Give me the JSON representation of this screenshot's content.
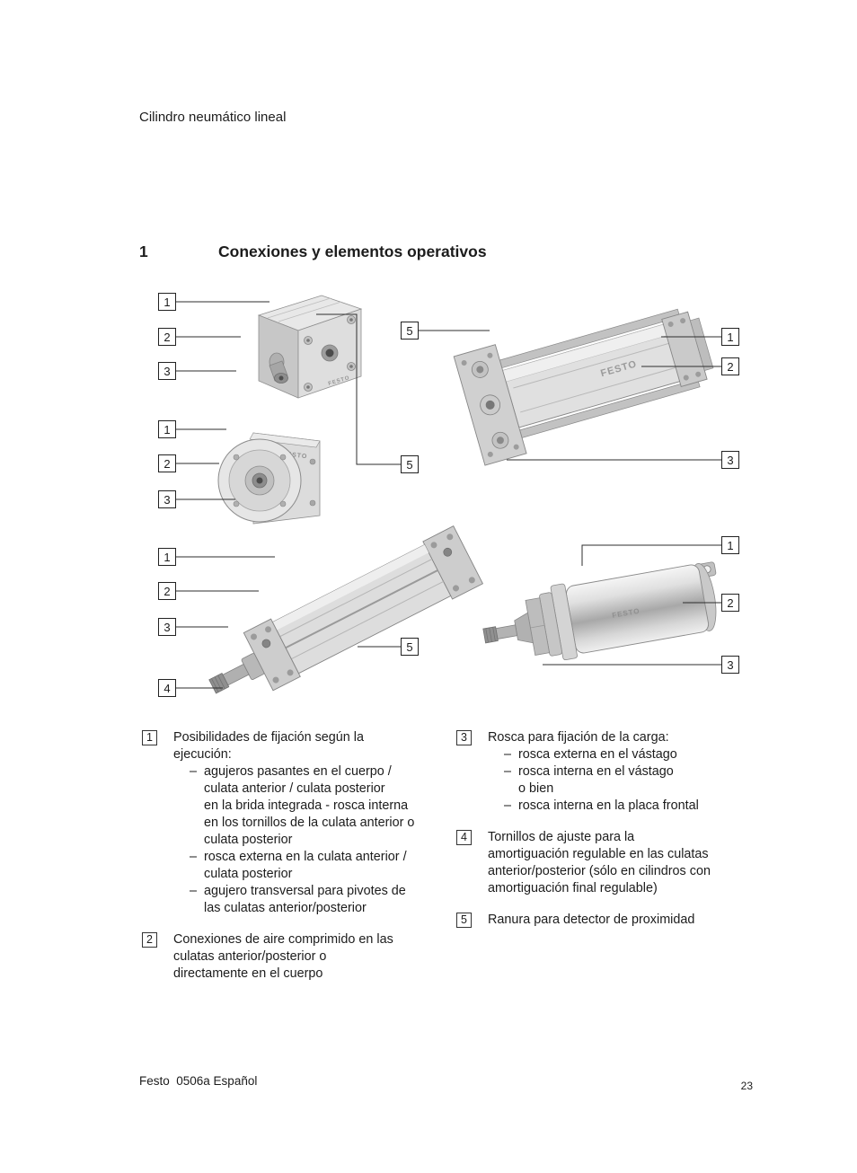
{
  "page": {
    "header": "Cilindro neumático lineal",
    "section_number": "1",
    "section_title": "Conexiones y elementos operativos",
    "footer_left": "Festo  0506a Español",
    "page_number": "23"
  },
  "brand": "FESTO",
  "dash": "–",
  "figures": {
    "fig1": {
      "callouts": [
        "1",
        "2",
        "3"
      ]
    },
    "fig2": {
      "callouts": [
        "5",
        "1",
        "2",
        "3"
      ]
    },
    "fig3": {
      "callouts": [
        "1",
        "2",
        "3",
        "5"
      ]
    },
    "fig4": {
      "callouts": [
        "1",
        "2",
        "3",
        "4",
        "5"
      ]
    },
    "fig5": {
      "callouts": [
        "1",
        "2",
        "3"
      ]
    }
  },
  "legend": {
    "left": [
      {
        "num": "1",
        "intro": "Posibilidades de fijación según la\nejecución:",
        "bullets": [
          "agujeros pasantes en el cuerpo /\nculata anterior / culata posterior\nen la brida integrada - rosca interna\nen los tornillos de la culata anterior o\nculata posterior",
          "rosca externa en la culata anterior /\nculata posterior",
          "agujero transversal para pivotes de\nlas culatas anterior/posterior"
        ]
      },
      {
        "num": "2",
        "intro": "Conexiones de aire comprimido en las\nculatas anterior/posterior o\ndirectamente en el cuerpo",
        "bullets": []
      }
    ],
    "right": [
      {
        "num": "3",
        "intro": "Rosca para fijación de la carga:",
        "bullets": [
          "rosca externa en el vástago",
          "rosca interna en el vástago\no bien",
          "rosca interna en la placa frontal"
        ]
      },
      {
        "num": "4",
        "intro": "Tornillos de ajuste para la\namortiguación regulable en las culatas\nanterior/posterior (sólo en cilindros con\namortiguación final regulable)",
        "bullets": []
      },
      {
        "num": "5",
        "intro": "Ranura para detector de proximidad",
        "bullets": []
      }
    ]
  }
}
